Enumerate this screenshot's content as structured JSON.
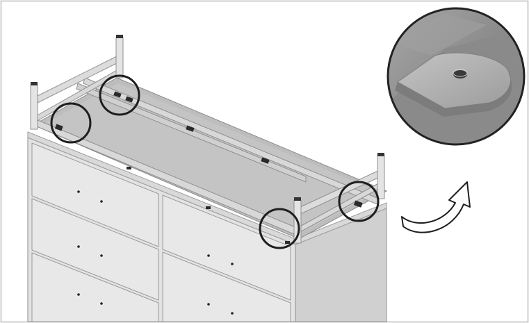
{
  "figure": {
    "subject": "dresser-upside-down-with-frame",
    "marker_count": 4,
    "detail_callout": "fixing-plate-hole",
    "direction_arrow": "curved-arrow-right-up",
    "colors": {
      "border": "#cfcfcf",
      "outline": "#222222",
      "panel": "#e2e2e2",
      "panel_shade": "#c9c9c9",
      "underside": "#bdbdbd",
      "frame": "#d6d6d6",
      "frame_shadow": "#a9a9a9",
      "callout_bg": "#9a9a9a",
      "callout_plate": "#b8b8b8"
    }
  }
}
